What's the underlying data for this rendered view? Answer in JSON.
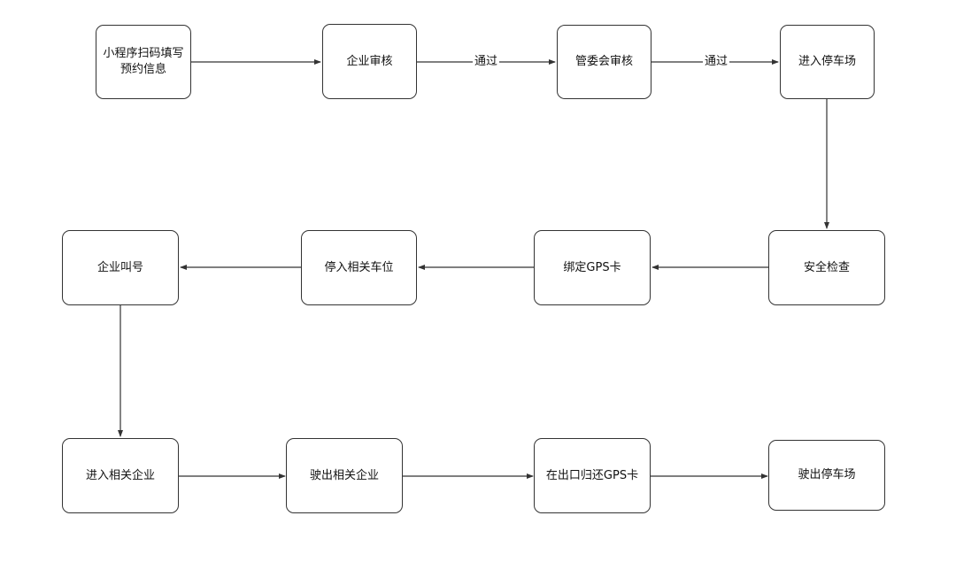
{
  "nodes": {
    "n1": "小程序扫码填写\n预约信息",
    "n2": "企业审核",
    "n3": "管委会审核",
    "n4": "进入停车场",
    "n5": "安全检查",
    "n6": "绑定GPS卡",
    "n7": "停入相关车位",
    "n8": "企业叫号",
    "n9": "进入相关企业",
    "n10": "驶出相关企业",
    "n11": "在出口归还GPS卡",
    "n12": "驶出停车场"
  },
  "edge_labels": {
    "e2_3": "通过",
    "e3_4": "通过"
  },
  "colors": {
    "stroke": "#333333",
    "fill": "#ffffff",
    "text": "#111111"
  }
}
